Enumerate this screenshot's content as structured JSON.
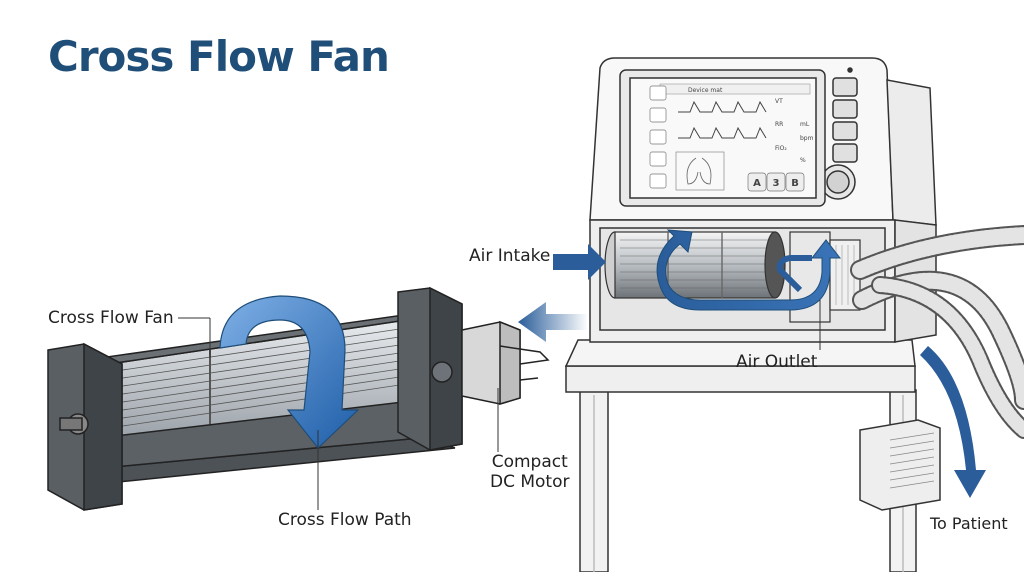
{
  "title": "Cross Flow Fan",
  "labels": {
    "cross_flow_fan": "Cross Flow Fan",
    "cross_flow_path": "Cross Flow Path",
    "compact_dc_motor_line1": "Compact",
    "compact_dc_motor_line2": "DC Motor",
    "air_intake": "Air Intake",
    "air_outlet": "Air Outlet",
    "to_patient": "To Patient"
  },
  "screen": {
    "header": "Device mat",
    "params": [
      "VT",
      "RR",
      "FiO₂"
    ],
    "units": [
      "mL",
      "bpm",
      "%"
    ],
    "mode_buttons": [
      "A",
      "3",
      "B"
    ]
  },
  "colors": {
    "title": "#1f4e79",
    "arrow": "#2a5d9a",
    "outline": "#333333",
    "fan_body": "#5c6166"
  }
}
